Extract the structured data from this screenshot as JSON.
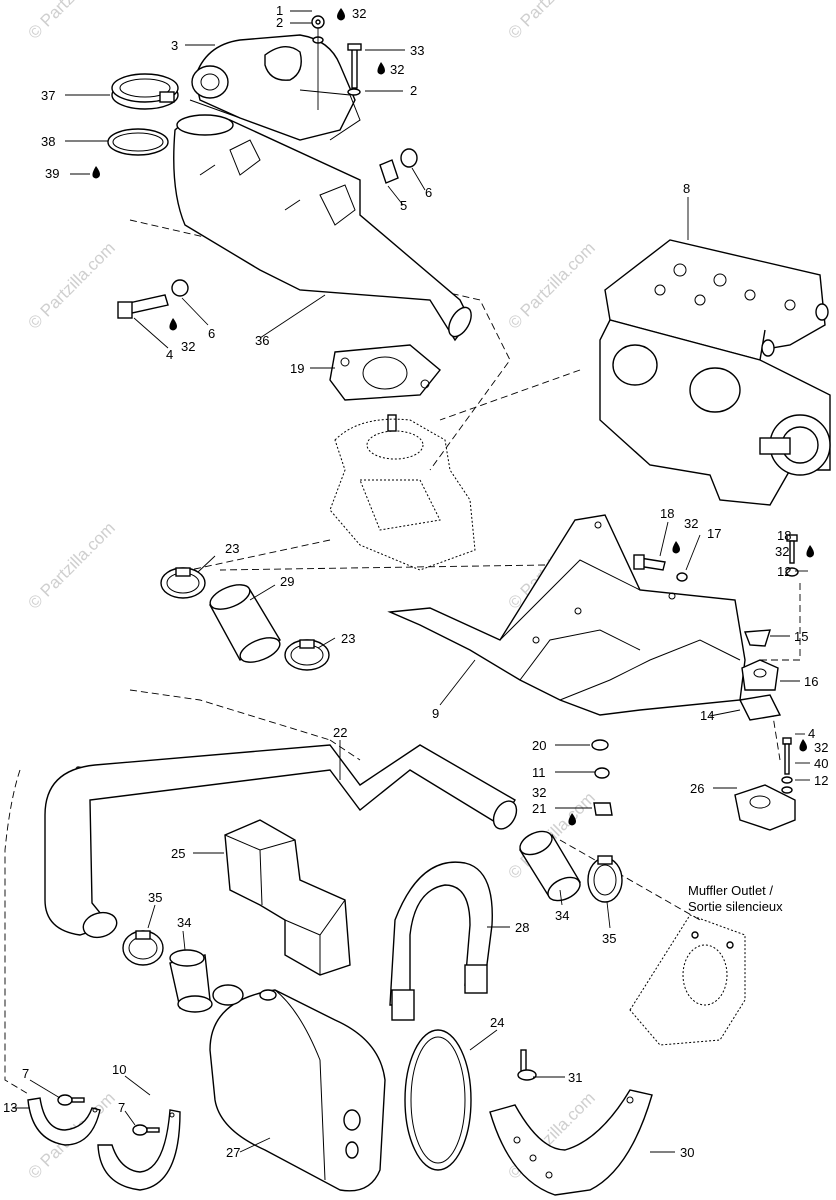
{
  "watermark": {
    "site_text": "© Partzilla.com",
    "side_text": "© Partzilla.com"
  },
  "annotation": {
    "line1": "Muffler Outlet /",
    "line2": "Sortie silencieux"
  },
  "callouts": {
    "c1": "1",
    "c2a": "2",
    "c2b": "2",
    "c3": "3",
    "c4a": "4",
    "c4b": "4",
    "c5": "5",
    "c6a": "6",
    "c6b": "6",
    "c7a": "7",
    "c7b": "7",
    "c8": "8",
    "c9": "9",
    "c10": "10",
    "c11": "11",
    "c12a": "12",
    "c12b": "12",
    "c13": "13",
    "c14": "14",
    "c15": "15",
    "c16": "16",
    "c17": "17",
    "c18a": "18",
    "c18b": "18",
    "c19": "19",
    "c20": "20",
    "c21": "21",
    "c22": "22",
    "c23a": "23",
    "c23b": "23",
    "c24": "24",
    "c25": "25",
    "c26": "26",
    "c27": "27",
    "c28": "28",
    "c29": "29",
    "c30": "30",
    "c31": "31",
    "c32a": "32",
    "c32b": "32",
    "c32c": "32",
    "c32d": "32",
    "c32e": "32",
    "c32f": "32",
    "c32g": "32",
    "c33": "33",
    "c34a": "34",
    "c34b": "34",
    "c35a": "35",
    "c35b": "35",
    "c36": "36",
    "c37": "37",
    "c38": "38",
    "c39": "39",
    "c40": "40"
  }
}
